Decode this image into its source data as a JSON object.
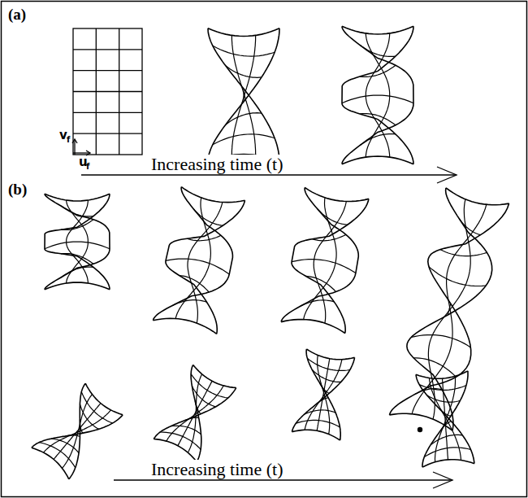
{
  "diagram": {
    "labels": [
      "(a)",
      "v",
      "f",
      "u",
      "f",
      "Increasing time (t)",
      "(b)",
      "Increasing time (t)"
    ]
  }
}
